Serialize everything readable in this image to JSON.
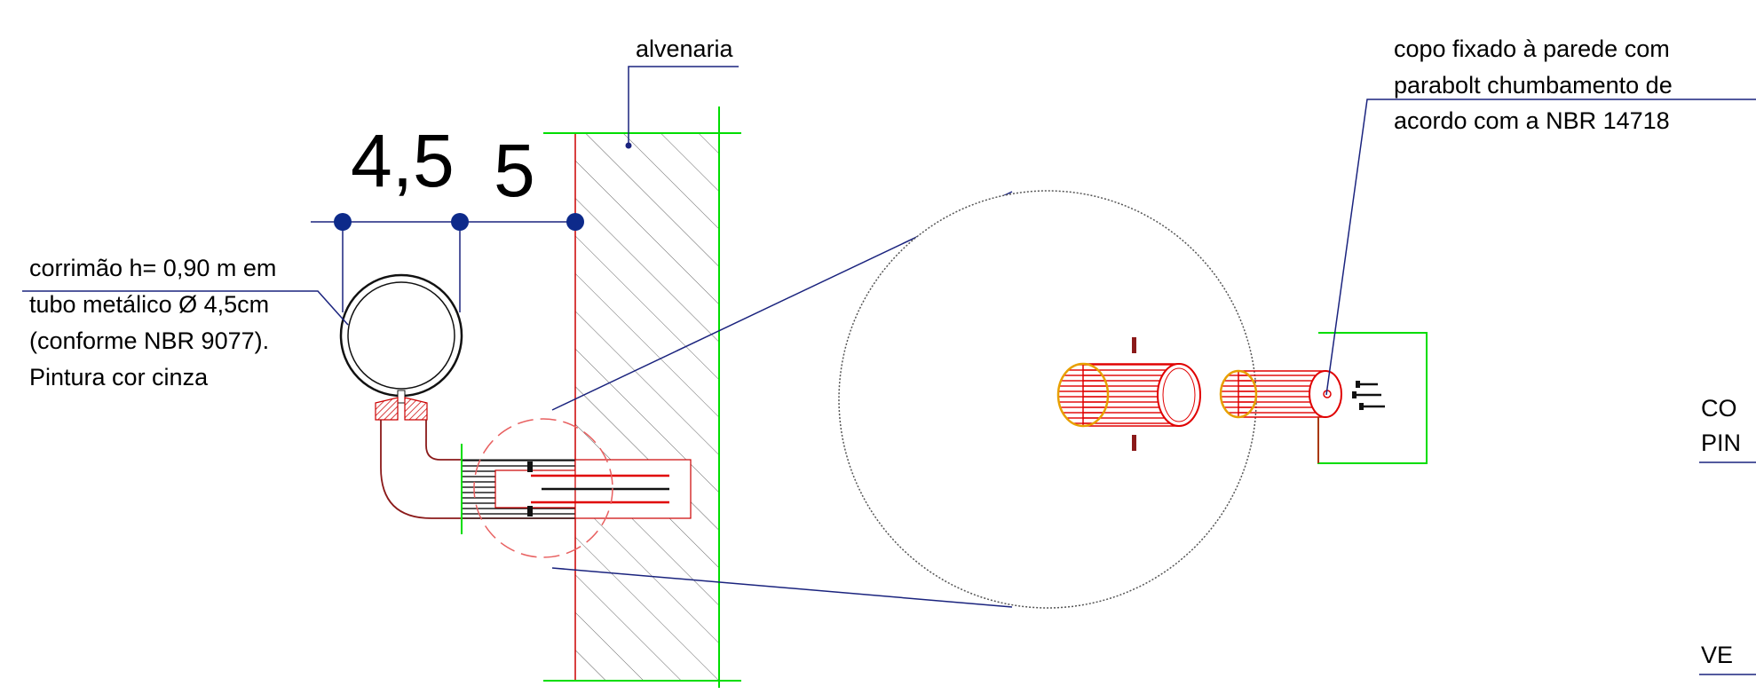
{
  "labels": {
    "alvenaria": "alvenaria",
    "copo_line1": "copo fixado à parede com",
    "copo_line2": "parabolt chumbamento de",
    "copo_line3": "acordo com a NBR 14718",
    "corrimao_line1": "corrimão h= 0,90 m em",
    "corrimao_line2": "tubo metálico Ø 4,5cm",
    "corrimao_line3": "(conforme NBR 9077).",
    "corrimao_line4": "Pintura  cor cinza",
    "right_cut1": "CO",
    "right_cut2": "PIN",
    "right_cut3": "VE"
  },
  "dimensions": {
    "tube_diameter": "4,5",
    "wall_offset": "5"
  },
  "colors": {
    "leader": "#1a237e",
    "dim_dot": "#0d2a8a",
    "wall_outline": "#00dd00",
    "section_red": "#cc0000",
    "bracket": "#8b1a1a",
    "hatch": "#555555",
    "tube_fill_red": "#e00000",
    "tube_end_yellow": "#e8a000"
  }
}
